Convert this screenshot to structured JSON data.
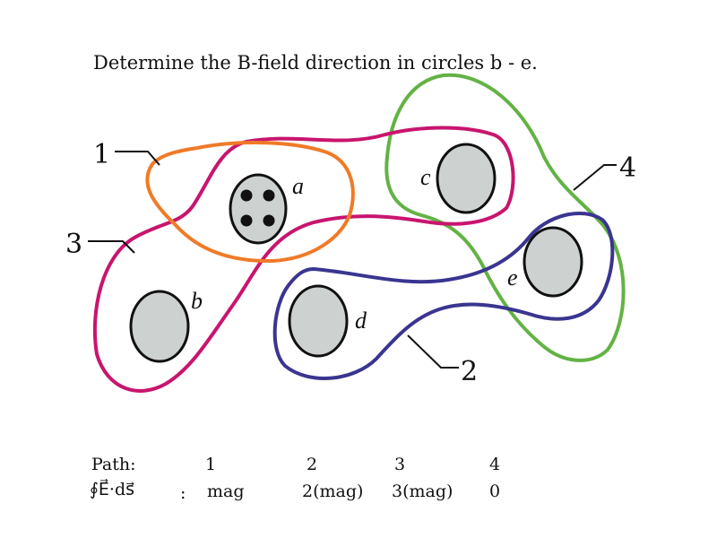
{
  "title": "Determine the B-field direction in circles b - e.",
  "colors": {
    "path1": "#f07a28",
    "path2": "#3a3590",
    "path3": "#c8156e",
    "path4": "#63b245",
    "circle_fill": "#cdd1cf",
    "stroke": "#111111"
  },
  "paths": [
    {
      "number": "1",
      "color_key": "path1"
    },
    {
      "number": "2",
      "color_key": "path2"
    },
    {
      "number": "3",
      "color_key": "path3"
    },
    {
      "number": "4",
      "color_key": "path4"
    }
  ],
  "circles": [
    {
      "label": "a",
      "has_dots": true
    },
    {
      "label": "b",
      "has_dots": false
    },
    {
      "label": "c",
      "has_dots": false
    },
    {
      "label": "d",
      "has_dots": false
    },
    {
      "label": "e",
      "has_dots": false
    }
  ],
  "table": {
    "row1_label": "Path:",
    "row2_label": "∮E⃗·ds⃗",
    "colon": ":",
    "path_numbers": [
      "1",
      "2",
      "3",
      "4"
    ],
    "values": [
      "mag",
      "2(mag)",
      "3(mag)",
      "0"
    ]
  }
}
